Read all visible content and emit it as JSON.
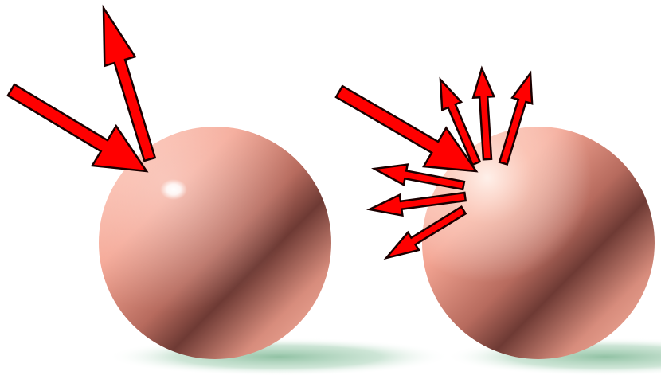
{
  "diagram": {
    "panels": [
      {
        "id": "specular",
        "incident_rays": 1,
        "reflected_rays": 1,
        "highlight": "sharp"
      },
      {
        "id": "diffuse",
        "incident_rays": 1,
        "reflected_rays": 6,
        "highlight": "soft"
      }
    ]
  },
  "colors": {
    "arrow_fill": "#ff0000",
    "arrow_stroke": "#1a0000",
    "sphere_light": "#ffb8a8",
    "sphere_mid": "#e09080",
    "sphere_dark": "#6e3a34",
    "shadow": "#8fc4a4",
    "background": "#ffffff"
  },
  "icons": {
    "arrow": "arrow-icon",
    "sphere": "sphere-icon",
    "shadow": "ground-shadow"
  }
}
